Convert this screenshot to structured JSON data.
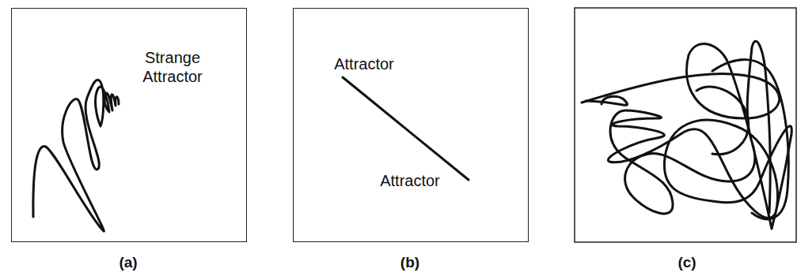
{
  "diagram": {
    "nodes": [
      {
        "text": [
          "Strange Attractor"
        ]
      },
      {
        "text": [
          "Attractor",
          "Attractor"
        ]
      }
    ],
    "labels": [
      "(a)",
      "(b)",
      "(c)"
    ]
  }
}
